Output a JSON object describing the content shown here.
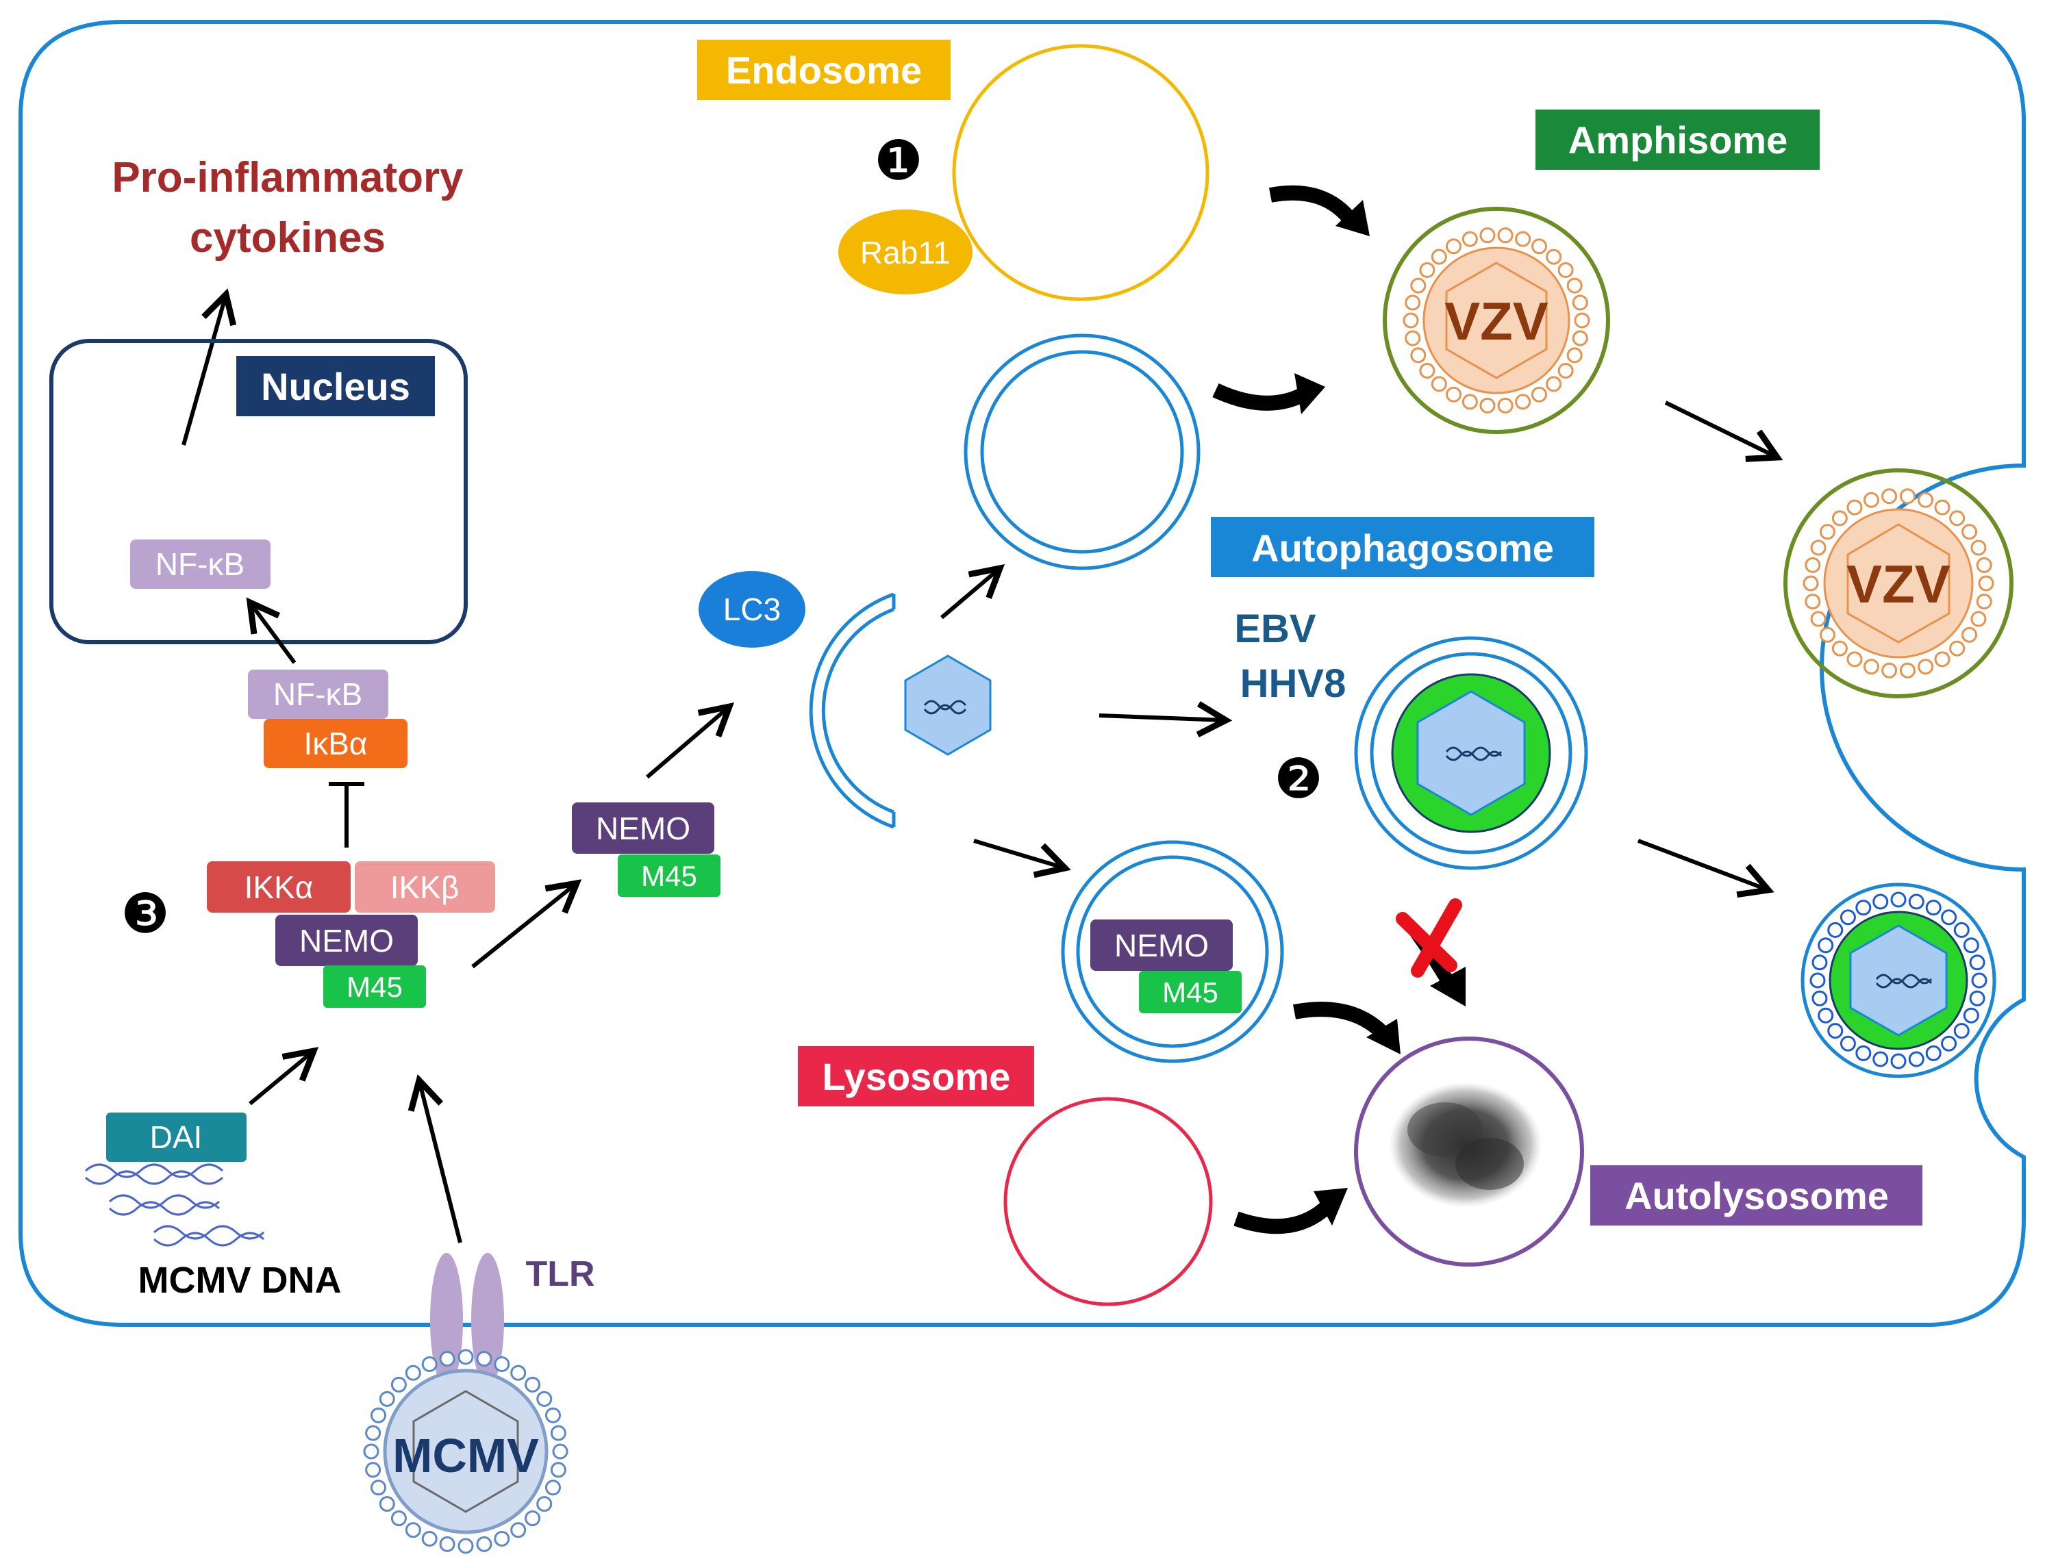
{
  "labels": {
    "endosome": "Endosome",
    "amphisome": "Amphisome",
    "autophagosome": "Autophagosome",
    "lysosome": "Lysosome",
    "autolysosome": "Autolysosome",
    "nucleus": "Nucleus",
    "cytokines_line1": "Pro-inflammatory",
    "cytokines_line2": "cytokines",
    "rab11": "Rab11",
    "lc3": "LC3",
    "ebv": "EBV",
    "hhv8": "HHV8",
    "vzv": "VZV",
    "mcmv": "MCMV",
    "mcmv_dna": "MCMV DNA",
    "tlr": "TLR",
    "dai": "DAI",
    "nfkb": "NF-κB",
    "ikba": "IκBα",
    "ikka": "IKKα",
    "ikkb": "IKKβ",
    "nemo": "NEMO",
    "m45": "M45",
    "step1": "❶",
    "step2": "❷",
    "step3": "❸"
  },
  "colors": {
    "cell_membrane": "#1a87d6",
    "endosome": "#f5b800",
    "amphisome": "#6b8e23",
    "autophagosome": "#1a87d6",
    "lysosome": "#e8274b",
    "autolysosome": "#7b4fa0",
    "nucleus": "#1a3a6b",
    "cytokines_text": "#a52a2a",
    "nemo": "#5b3f7a",
    "m45": "#19c34a",
    "nfkb": "#b9a3cf",
    "ikba": "#f26c1a",
    "ikka": "#d64a4a",
    "ikkb": "#ef9a9a",
    "dai": "#1a8a9a",
    "lc3": "#1a7fd8",
    "vzv": "#e8924c",
    "ebv_text": "#1a5a8a",
    "tlr": "#b9a3cf"
  },
  "icons": {
    "virus_capsid": "hexagon-capsid-icon",
    "dna": "dna-strand-icon",
    "block": "red-x-icon",
    "curved_arrow": "curved-arrow-icon"
  }
}
